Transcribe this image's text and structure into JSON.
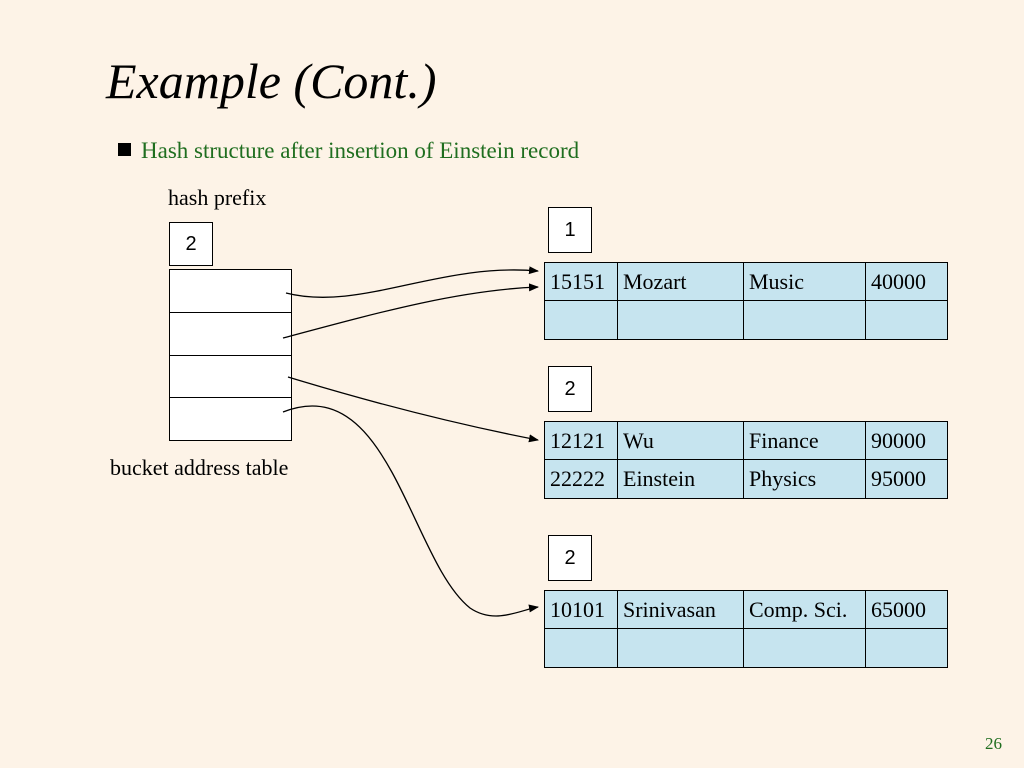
{
  "slide": {
    "title": "Example (Cont.)",
    "bullet": "Hash structure after  insertion of Einstein record",
    "page_number": "26"
  },
  "diagram": {
    "hash_prefix_label": "hash prefix",
    "global_depth": "2",
    "bucket_address_table_label": "bucket address table",
    "buckets": [
      {
        "local_depth": "1",
        "rows": [
          [
            "15151",
            "Mozart",
            "Music",
            "40000"
          ],
          [
            "",
            "",
            "",
            ""
          ]
        ]
      },
      {
        "local_depth": "2",
        "rows": [
          [
            "12121",
            "Wu",
            "Finance",
            "90000"
          ],
          [
            "22222",
            "Einstein",
            "Physics",
            "95000"
          ]
        ]
      },
      {
        "local_depth": "2",
        "rows": [
          [
            "10101",
            "Srinivasan",
            "Comp. Sci.",
            "65000"
          ],
          [
            "",
            "",
            "",
            ""
          ]
        ]
      }
    ]
  }
}
